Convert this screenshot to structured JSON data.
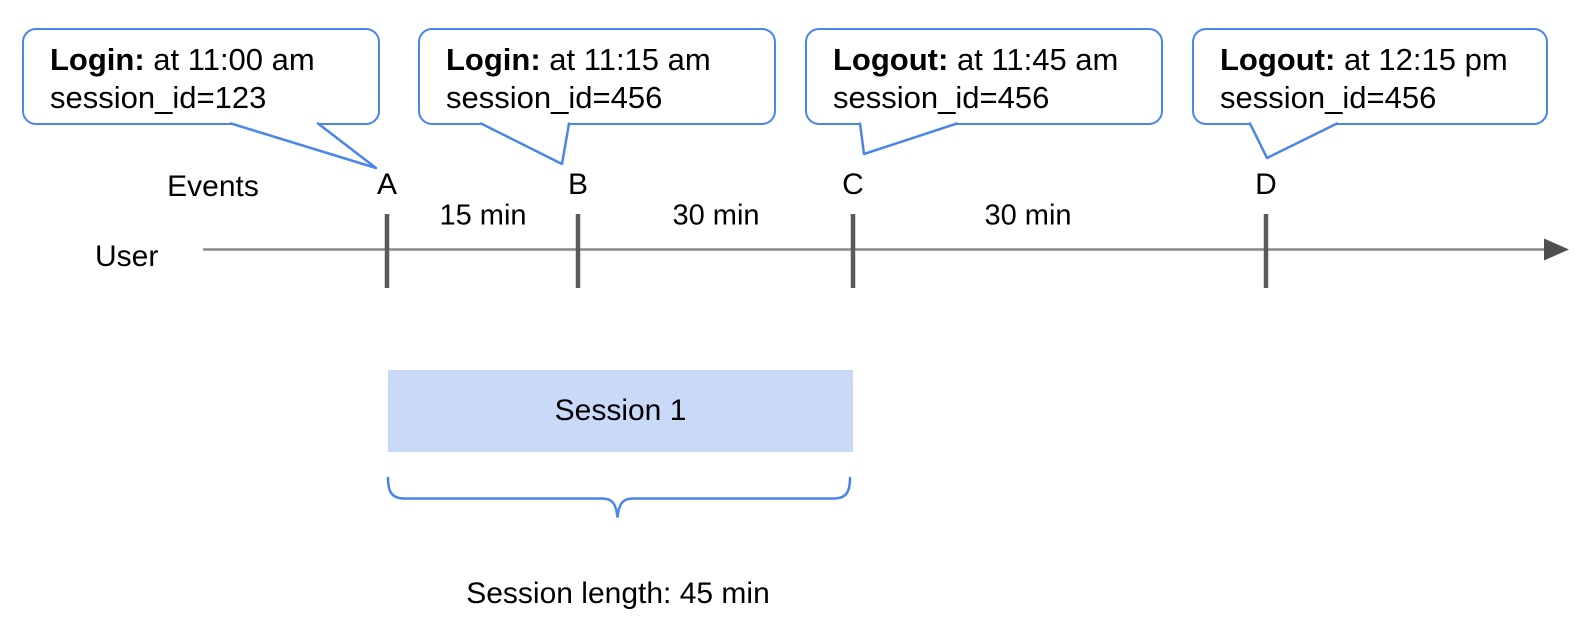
{
  "diagram": {
    "callouts": [
      {
        "event": "Login:",
        "time_text": " at 11:00 am",
        "session_text": "session_id=123",
        "points_to": "A"
      },
      {
        "event": "Login:",
        "time_text": " at 11:15 am",
        "session_text": "session_id=456",
        "points_to": "B"
      },
      {
        "event": "Logout:",
        "time_text": " at 11:45 am",
        "session_text": "session_id=456",
        "points_to": "C"
      },
      {
        "event": "Logout:",
        "time_text": " at 12:15 pm",
        "session_text": "session_id=456",
        "points_to": "D"
      }
    ],
    "timeline": {
      "events_label": "Events",
      "user_label": "User",
      "markers": [
        "A",
        "B",
        "C",
        "D"
      ],
      "intervals": [
        "15 min",
        "30 min",
        "30 min"
      ]
    },
    "session": {
      "box_label": "Session 1",
      "length_label": "Session length: 45 min"
    },
    "colors": {
      "accent_blue": "#4a86e8",
      "session_fill": "#c9daf8",
      "timeline_gray": "#8a8a8a",
      "tick_gray": "#5a5a5a",
      "arrow_gray": "#4f4f4f",
      "text": "#000000"
    }
  }
}
